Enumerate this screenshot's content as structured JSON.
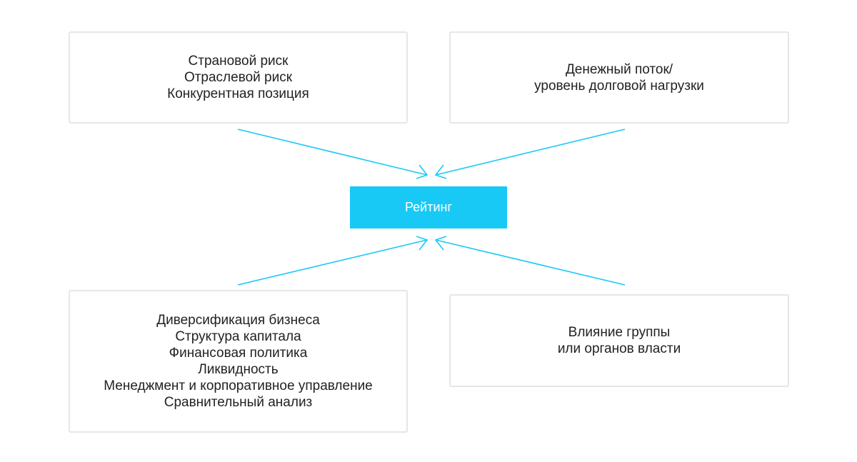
{
  "factors": {
    "top_left": {
      "lines": [
        "Страновой риск",
        "Отраслевой риск",
        "Конкурентная позиция"
      ]
    },
    "top_right": {
      "lines": [
        "Денежный поток/",
        "уровень долговой нагрузки"
      ]
    },
    "bottom_left": {
      "lines": [
        "Диверсификация бизнеса",
        "Структура капитала",
        "Финансовая политика",
        "Ликвидность",
        "Менеджмент и корпоративное управление",
        "Сравнительный анализ"
      ]
    },
    "bottom_right": {
      "lines": [
        "Влияние группы",
        "или органов власти"
      ]
    }
  },
  "center": {
    "label": "Рейтинг"
  },
  "colors": {
    "accent": "#18c9f5",
    "box_border": "#e6e6e6",
    "text": "#222222"
  }
}
